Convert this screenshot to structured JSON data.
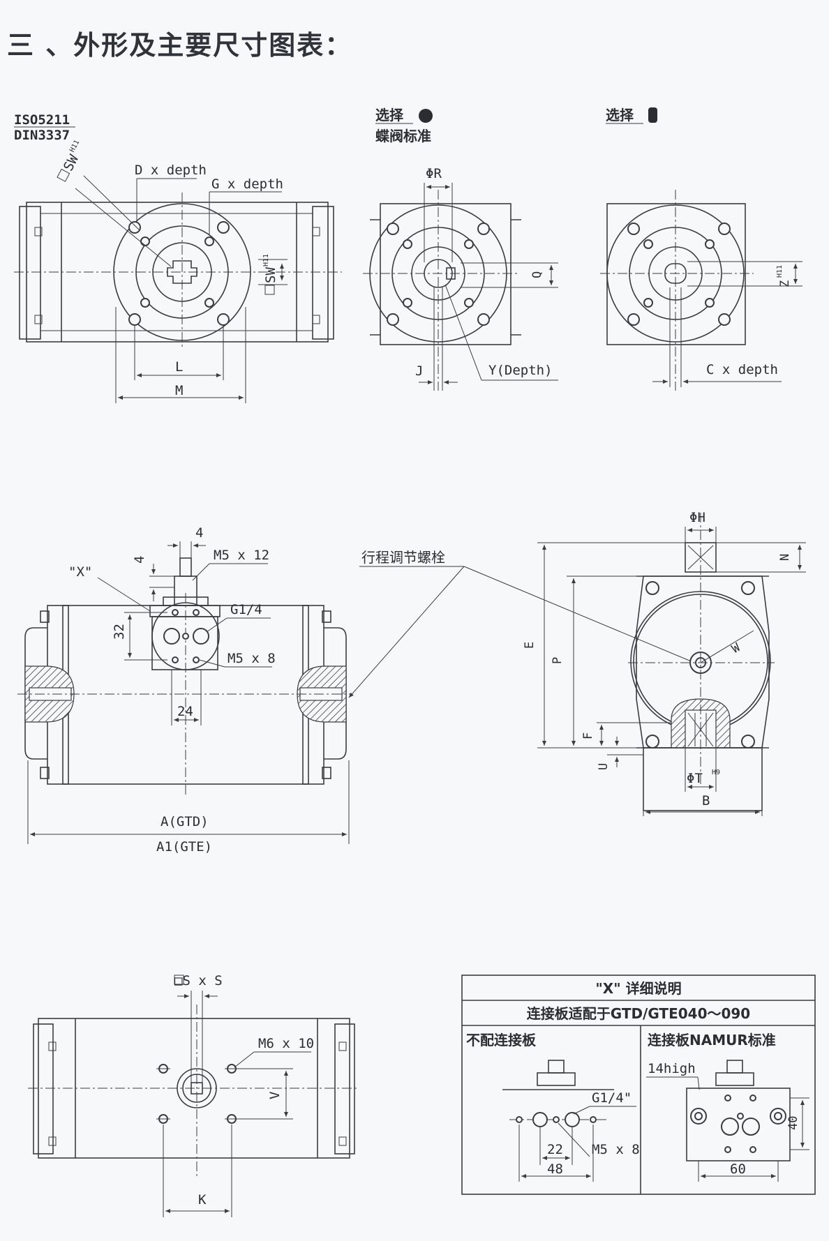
{
  "title": "三 、外形及主要尺寸图表：",
  "top": {
    "iso": "ISO5211",
    "din": "DIN3337",
    "sw": "SW",
    "h11": "H11",
    "d_depth": "D x depth",
    "g_depth": "G x depth",
    "sw_side": "SW",
    "L": "L",
    "M": "M",
    "select1": "选择",
    "select1_sub": "蝶阀标准",
    "phiR": "ΦR",
    "Q": "Q",
    "J": "J",
    "Y": "Y(Depth)",
    "select2": "选择",
    "Z": "Z",
    "C": "C x depth"
  },
  "middle": {
    "d4_top": "4",
    "d4_side": "4",
    "m5x12": "M5 x 12",
    "x_label": "\"X\"",
    "d32": "32",
    "g14": "G1/4",
    "m5x8": "M5 x 8",
    "d24": "24",
    "A": "A(GTD)",
    "A1": "A1(GTE)",
    "stroke_bolt": "行程调节螺栓",
    "phiH": "ΦH",
    "N": "N",
    "E": "E",
    "P": "P",
    "W": "W",
    "F": "F",
    "U": "U",
    "phiT": "ΦT",
    "h9": "H9",
    "B": "B"
  },
  "bottom": {
    "sxs": "□S x S",
    "m6x10": "M6 x 10",
    "V": "V",
    "K": "K"
  },
  "xtable": {
    "heading": "\"X\" 详细说明",
    "subheading": "连接板适配于GTD/GTE040～090",
    "col1": "不配连接板",
    "col2": "连接板NAMUR标准",
    "g14": "G1/4\"",
    "d22": "22",
    "m5x8": "M5 x 8",
    "d48": "48",
    "high": "14high",
    "d40": "40",
    "d60": "60"
  }
}
